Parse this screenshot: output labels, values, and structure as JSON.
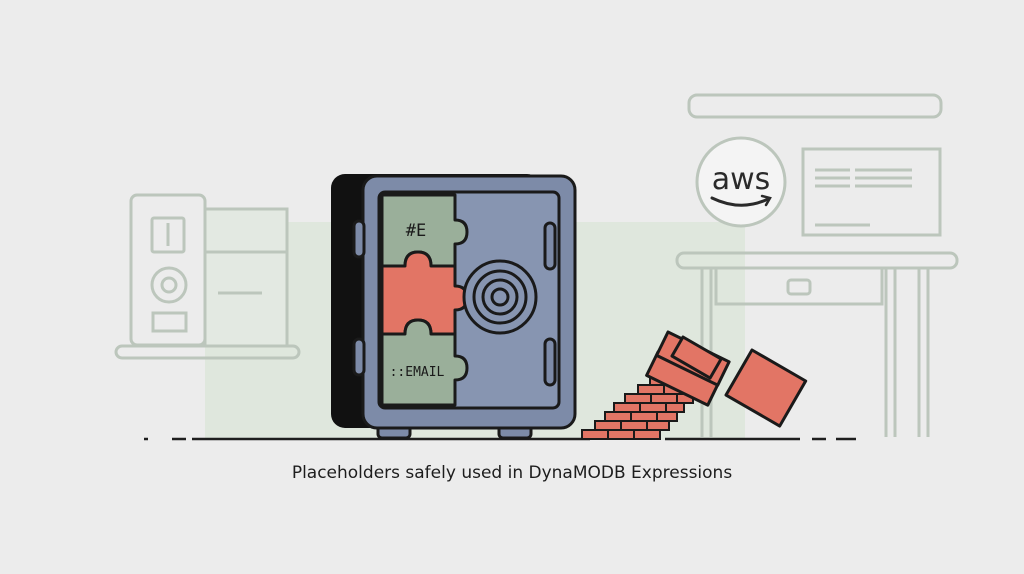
{
  "caption": "Placeholders safely used in DynaMODB Expressions",
  "safe": {
    "piece_top_label": "#E",
    "piece_bottom_label": "::EMAIL"
  },
  "aws": {
    "logo_text": "aws"
  },
  "colors": {
    "background": "#ececec",
    "safe_body": "#7d8ba8",
    "safe_shadow": "#111111",
    "puzzle_green": "#9aaf9a",
    "puzzle_red": "#e27565",
    "line_art": "#b9c3b9",
    "green_wash": "#dde6dc"
  }
}
